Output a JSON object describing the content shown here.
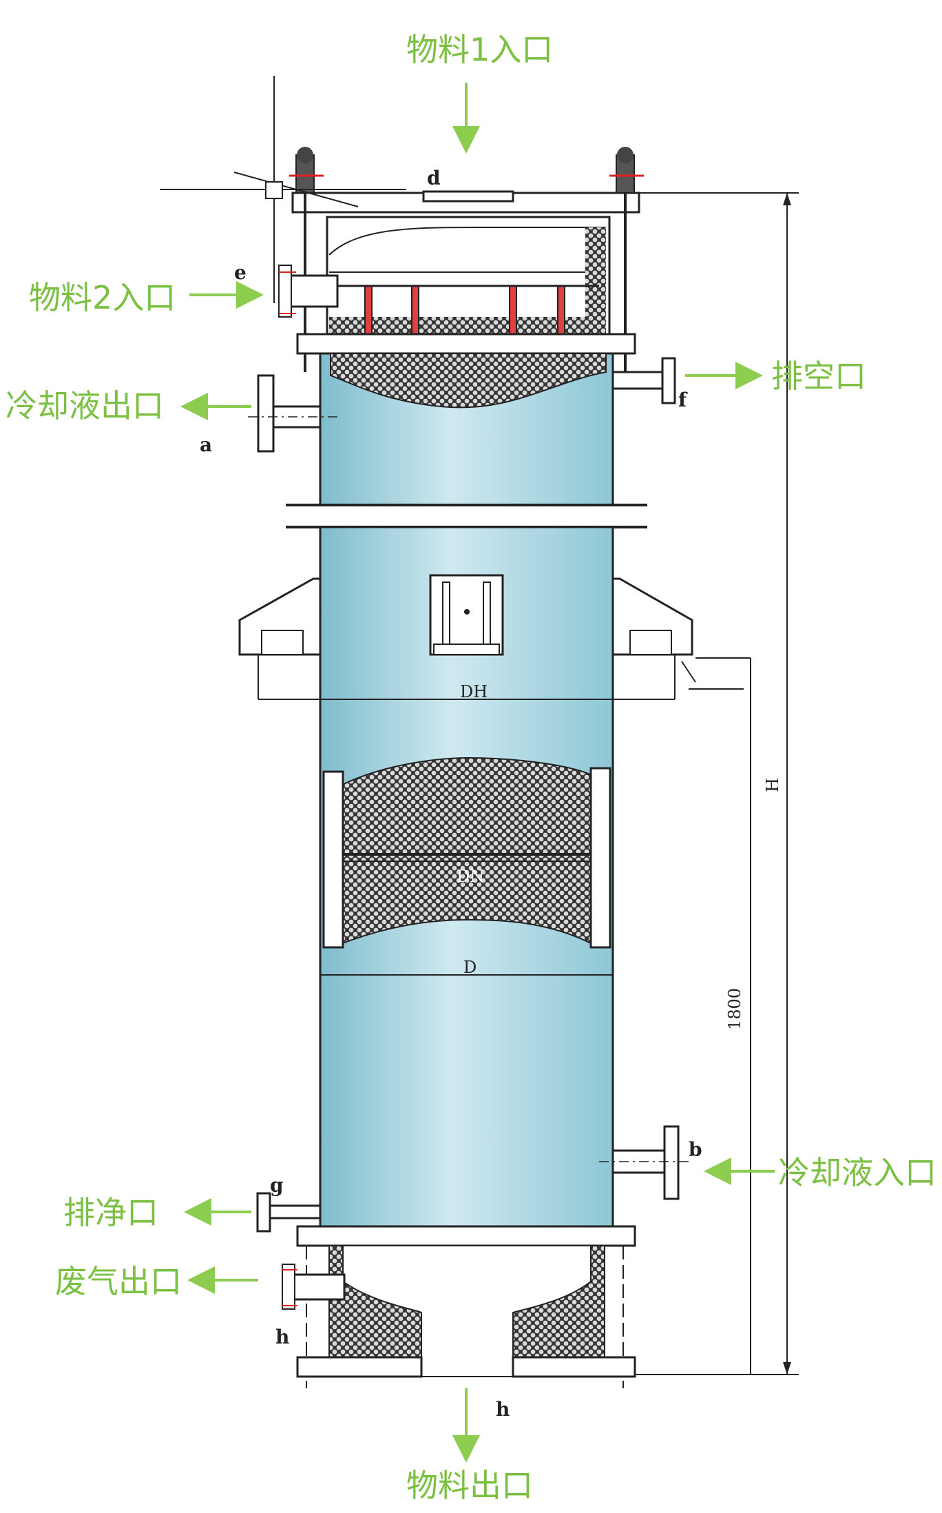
{
  "labels": {
    "material1_inlet": "物料1入口",
    "material2_inlet": "物料2入口",
    "vent_outlet": "排空口",
    "coolant_outlet": "冷却液出口",
    "coolant_inlet": "冷却液入口",
    "drain_outlet": "排净口",
    "exhaust_outlet": "废气出口",
    "material_outlet": "物料出口"
  },
  "nozzle_marks": {
    "a": "a",
    "b": "b",
    "d": "d",
    "e": "e",
    "f": "f",
    "g": "g",
    "h_bottom": "h",
    "h_side": "h"
  },
  "dimensions": {
    "overall_height": "H",
    "diameter_h1": "DH",
    "diameter_d": "D",
    "diameter_dn": "DN",
    "lower_height": "1800"
  },
  "colors": {
    "label_green": "#7cc043",
    "shell_blue": "#a9d6e3",
    "arrow_green": "#8ccc4e"
  }
}
